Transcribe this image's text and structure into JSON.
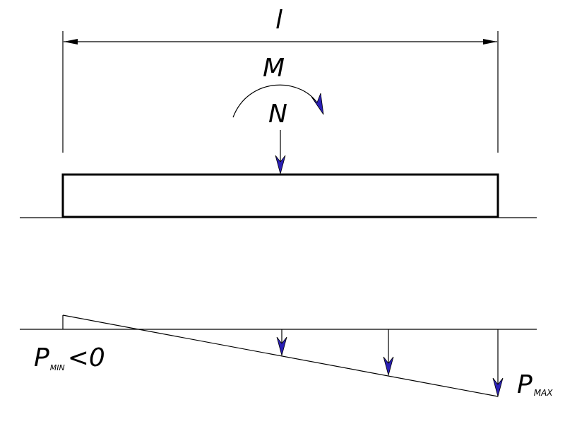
{
  "labels": {
    "span_length": "l",
    "moment": "M",
    "normal_force": "N",
    "p_min_main": "P",
    "p_min_sub": "MIN",
    "p_min_rel": "<0",
    "p_max_main": "P",
    "p_max_sub": "MAX"
  },
  "colors": {
    "line": "#000000",
    "force_arrowhead": "#2a1fb5"
  }
}
